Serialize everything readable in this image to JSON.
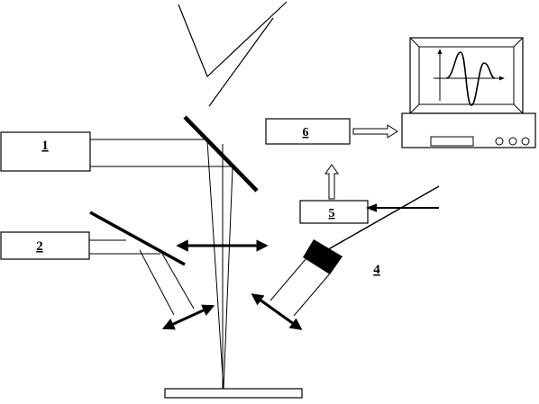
{
  "labels": {
    "box1": "1",
    "box2": "2",
    "label4": "4",
    "box5": "5",
    "box6": "6"
  },
  "colors": {
    "line": "#000000",
    "background": "#ffffff"
  }
}
